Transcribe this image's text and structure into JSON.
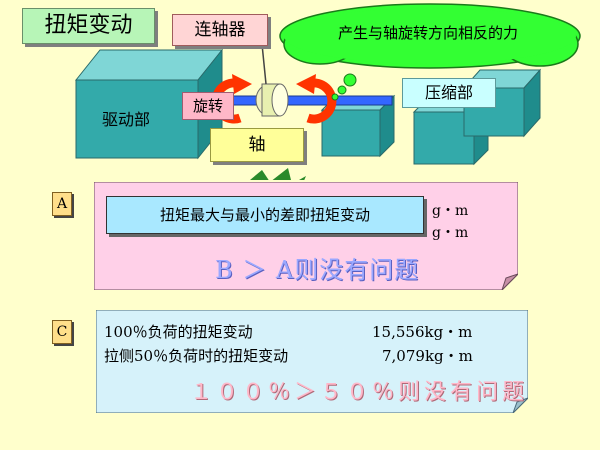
{
  "title": "扭矩变动",
  "diagram": {
    "coupling_label": "连轴器",
    "force_note": "产生与轴旋转方向相反的力",
    "drive_label": "驱动部",
    "rotation_label": "旋转",
    "shaft_label": "轴",
    "compressor_label": "压缩部"
  },
  "section_a": {
    "tag": "A",
    "definition": "扭矩最大与最小的差即扭矩变动",
    "unit_rows": [
      "g・m",
      "g・m"
    ],
    "conclusion": "B ＞ A则没有问题"
  },
  "section_c": {
    "tag": "C",
    "rows": [
      {
        "label": "100％负荷的扭矩变动",
        "value": "15,556kg・m"
      },
      {
        "label": "拉侧50％负荷时的扭矩变动",
        "value": "7,079kg・m"
      }
    ],
    "conclusion": "１００％＞５０％则没有问题"
  },
  "colors": {
    "background": "#FFFFCC",
    "title_bg": "#B7F5B7",
    "cloud": "#33FF33",
    "arrow": "#FF3300",
    "shaft": "#3366FF",
    "block": "#33AAAA"
  }
}
